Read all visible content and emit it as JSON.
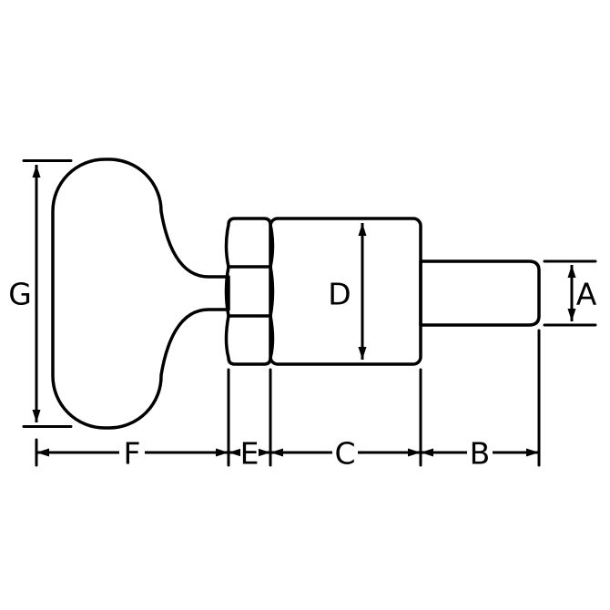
{
  "labels": {
    "g": "G",
    "f": "F",
    "e": "E",
    "c": "C",
    "b": "B",
    "d": "D",
    "a": "A"
  },
  "colors": {
    "line": "#000000",
    "background": "#ffffff"
  }
}
